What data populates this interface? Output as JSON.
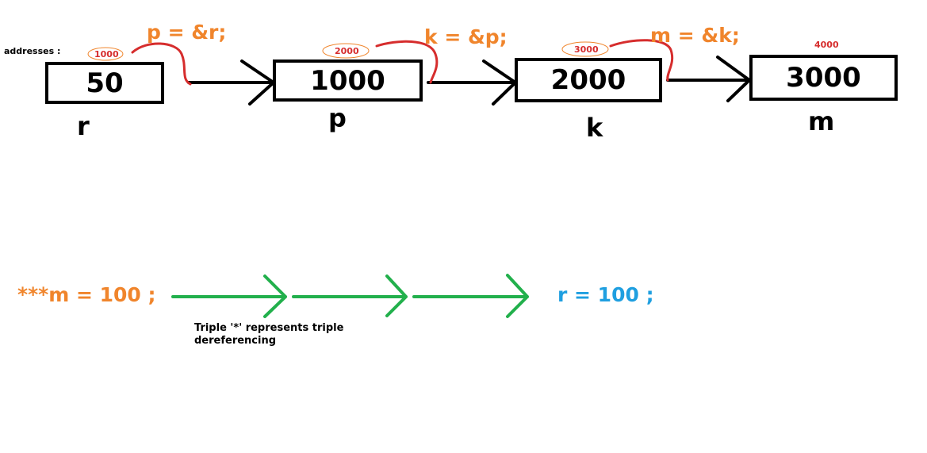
{
  "addresses_label": "addresses :",
  "nodes": [
    {
      "name": "r",
      "value": "50",
      "address": "1000"
    },
    {
      "name": "p",
      "value": "1000",
      "address": "2000"
    },
    {
      "name": "k",
      "value": "2000",
      "address": "3000"
    },
    {
      "name": "m",
      "value": "3000",
      "address": "4000"
    }
  ],
  "assignments": [
    "p = &r;",
    "k = &p;",
    "m = &k;"
  ],
  "dereference": {
    "expression": "***m = 100 ;",
    "result": "r = 100 ;",
    "note": "Triple  '*' represents triple dereferencing"
  },
  "colors": {
    "box_border": "#000000",
    "arrow_black": "#000000",
    "pointer_curve": "#d62d2d",
    "assignment_text": "#f0852c",
    "address_text": "#d62d2d",
    "address_ellipse": "#f0852c",
    "deref_arrows": "#22b04c",
    "result_text": "#1f9fe0"
  }
}
